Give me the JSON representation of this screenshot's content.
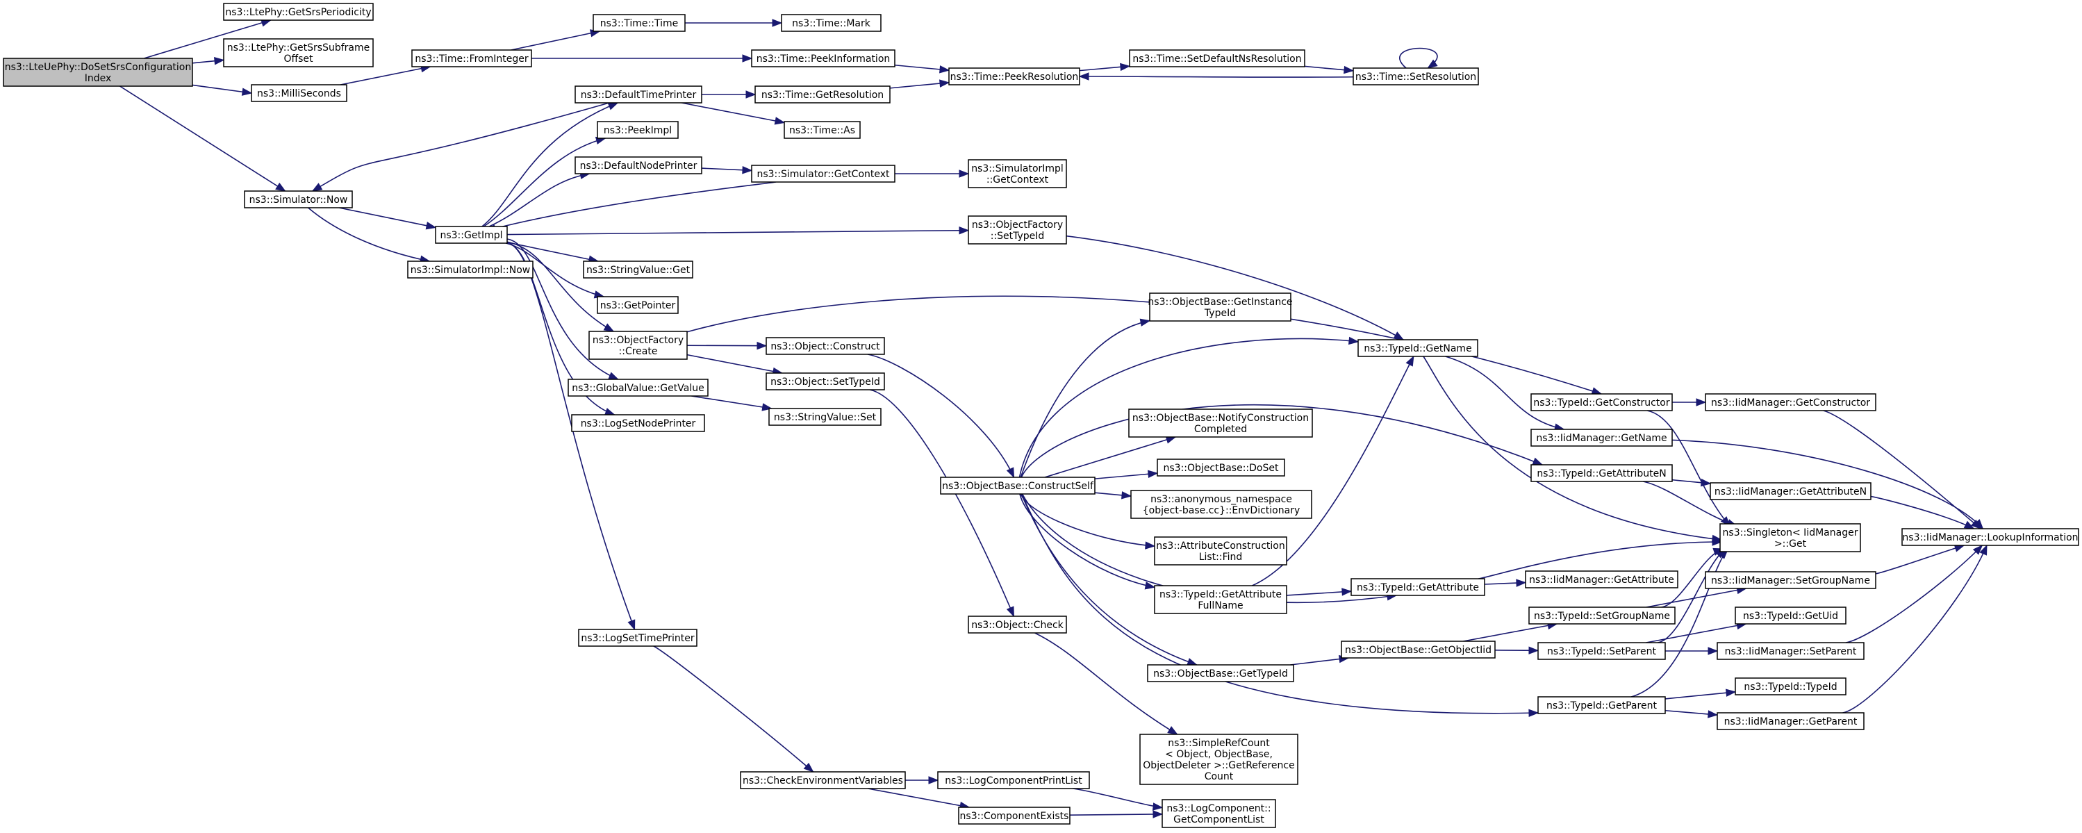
{
  "graph": {
    "direction": "left-to-right",
    "colors": {
      "edge": "#191970",
      "root_fill": "#bfbfbf",
      "node_fill": "#ffffff",
      "border": "#000000"
    },
    "nodes": [
      {
        "id": "root",
        "label": [
          "ns3::LteUePhy::DoSetSrsConfiguration",
          "Index"
        ],
        "root": true
      },
      {
        "id": "getSrsPeriodicity",
        "label": [
          "ns3::LtePhy::GetSrsPeriodicity"
        ]
      },
      {
        "id": "getSrsSubframeOffset",
        "label": [
          "ns3::LtePhy::GetSrsSubframe",
          "Offset"
        ]
      },
      {
        "id": "milliSeconds",
        "label": [
          "ns3::MilliSeconds"
        ]
      },
      {
        "id": "simNow",
        "label": [
          "ns3::Simulator::Now"
        ]
      },
      {
        "id": "fromInteger",
        "label": [
          "ns3::Time::FromInteger"
        ]
      },
      {
        "id": "timeTime",
        "label": [
          "ns3::Time::Time"
        ]
      },
      {
        "id": "timeMark",
        "label": [
          "ns3::Time::Mark"
        ]
      },
      {
        "id": "peekInformation",
        "label": [
          "ns3::Time::PeekInformation"
        ]
      },
      {
        "id": "peekResolution",
        "label": [
          "ns3::Time::PeekResolution"
        ]
      },
      {
        "id": "setDefaultNs",
        "label": [
          "ns3::Time::SetDefaultNsResolution"
        ]
      },
      {
        "id": "setResolution",
        "label": [
          "ns3::Time::SetResolution"
        ]
      },
      {
        "id": "defaultTimePrinter",
        "label": [
          "ns3::DefaultTimePrinter"
        ]
      },
      {
        "id": "getResolution",
        "label": [
          "ns3::Time::GetResolution"
        ]
      },
      {
        "id": "timeAs",
        "label": [
          "ns3::Time::As"
        ]
      },
      {
        "id": "peekImpl",
        "label": [
          "ns3::PeekImpl"
        ]
      },
      {
        "id": "defaultNodePrinter",
        "label": [
          "ns3::DefaultNodePrinter"
        ]
      },
      {
        "id": "simGetContext",
        "label": [
          "ns3::Simulator::GetContext"
        ]
      },
      {
        "id": "simImplGetContext",
        "label": [
          "ns3::SimulatorImpl",
          "::GetContext"
        ]
      },
      {
        "id": "getImpl",
        "label": [
          "ns3::GetImpl"
        ]
      },
      {
        "id": "simImplNow",
        "label": [
          "ns3::SimulatorImpl::Now"
        ]
      },
      {
        "id": "ofSetTypeId",
        "label": [
          "ns3::ObjectFactory",
          "::SetTypeId"
        ]
      },
      {
        "id": "stringValueGet",
        "label": [
          "ns3::StringValue::Get"
        ]
      },
      {
        "id": "getPointer",
        "label": [
          "ns3::GetPointer"
        ]
      },
      {
        "id": "ofCreate",
        "label": [
          "ns3::ObjectFactory",
          "::Create"
        ]
      },
      {
        "id": "objConstruct",
        "label": [
          "ns3::Object::Construct"
        ]
      },
      {
        "id": "objSetTypeId",
        "label": [
          "ns3::Object::SetTypeId"
        ]
      },
      {
        "id": "gvGetValue",
        "label": [
          "ns3::GlobalValue::GetValue"
        ]
      },
      {
        "id": "stringValueSet",
        "label": [
          "ns3::StringValue::Set"
        ]
      },
      {
        "id": "logSetNodePrinter",
        "label": [
          "ns3::LogSetNodePrinter"
        ]
      },
      {
        "id": "logSetTimePrinter",
        "label": [
          "ns3::LogSetTimePrinter"
        ]
      },
      {
        "id": "checkEnv",
        "label": [
          "ns3::CheckEnvironmentVariables"
        ]
      },
      {
        "id": "logCompPrintList",
        "label": [
          "ns3::LogComponentPrintList"
        ]
      },
      {
        "id": "componentExists",
        "label": [
          "ns3::ComponentExists"
        ]
      },
      {
        "id": "getComponentList",
        "label": [
          "ns3::LogComponent::",
          "GetComponentList"
        ]
      },
      {
        "id": "objCheck",
        "label": [
          "ns3::Object::Check"
        ]
      },
      {
        "id": "simpleRefCount",
        "label": [
          "ns3::SimpleRefCount",
          "< Object, ObjectBase,",
          "ObjectDeleter >::GetReference",
          "Count"
        ]
      },
      {
        "id": "constructSelf",
        "label": [
          "ns3::ObjectBase::ConstructSelf"
        ]
      },
      {
        "id": "getInstanceTypeId",
        "label": [
          "ns3::ObjectBase::GetInstance",
          "TypeId"
        ]
      },
      {
        "id": "notifyConstruction",
        "label": [
          "ns3::ObjectBase::NotifyConstruction",
          "Completed"
        ]
      },
      {
        "id": "doSet",
        "label": [
          "ns3::ObjectBase::DoSet"
        ]
      },
      {
        "id": "envDictionary",
        "label": [
          "ns3::anonymous_namespace",
          "{object-base.cc}::EnvDictionary"
        ]
      },
      {
        "id": "attrListFind",
        "label": [
          "ns3::AttributeConstruction",
          "List::Find"
        ]
      },
      {
        "id": "getAttributeFullName",
        "label": [
          "ns3::TypeId::GetAttribute",
          "FullName"
        ]
      },
      {
        "id": "obGetTypeId",
        "label": [
          "ns3::ObjectBase::GetTypeId"
        ]
      },
      {
        "id": "typeIdGetName",
        "label": [
          "ns3::TypeId::GetName"
        ]
      },
      {
        "id": "typeIdGetAttribute",
        "label": [
          "ns3::TypeId::GetAttribute"
        ]
      },
      {
        "id": "getObjectIid",
        "label": [
          "ns3::ObjectBase::GetObjectIid"
        ]
      },
      {
        "id": "typeIdGetConstructor",
        "label": [
          "ns3::TypeId::GetConstructor"
        ]
      },
      {
        "id": "iidGetName",
        "label": [
          "ns3::IidManager::GetName"
        ]
      },
      {
        "id": "typeIdGetAttributeN",
        "label": [
          "ns3::TypeId::GetAttributeN"
        ]
      },
      {
        "id": "iidGetAttribute",
        "label": [
          "ns3::IidManager::GetAttribute"
        ]
      },
      {
        "id": "typeIdSetGroupName",
        "label": [
          "ns3::TypeId::SetGroupName"
        ]
      },
      {
        "id": "typeIdSetParent",
        "label": [
          "ns3::TypeId::SetParent"
        ]
      },
      {
        "id": "typeIdGetParent",
        "label": [
          "ns3::TypeId::GetParent"
        ]
      },
      {
        "id": "iidGetConstructor",
        "label": [
          "ns3::IidManager::GetConstructor"
        ]
      },
      {
        "id": "iidGetAttributeN",
        "label": [
          "ns3::IidManager::GetAttributeN"
        ]
      },
      {
        "id": "singletonGet",
        "label": [
          "ns3::Singleton< IidManager",
          ">::Get"
        ]
      },
      {
        "id": "iidSetGroupName",
        "label": [
          "ns3::IidManager::SetGroupName"
        ]
      },
      {
        "id": "typeIdGetUid",
        "label": [
          "ns3::TypeId::GetUid"
        ]
      },
      {
        "id": "iidSetParent",
        "label": [
          "ns3::IidManager::SetParent"
        ]
      },
      {
        "id": "typeIdTypeId",
        "label": [
          "ns3::TypeId::TypeId"
        ]
      },
      {
        "id": "iidGetParent",
        "label": [
          "ns3::IidManager::GetParent"
        ]
      },
      {
        "id": "iidLookupInformation",
        "label": [
          "ns3::IidManager::LookupInformation"
        ]
      }
    ],
    "edges": [
      [
        "root",
        "getSrsPeriodicity"
      ],
      [
        "root",
        "getSrsSubframeOffset"
      ],
      [
        "root",
        "milliSeconds"
      ],
      [
        "root",
        "simNow"
      ],
      [
        "milliSeconds",
        "fromInteger"
      ],
      [
        "fromInteger",
        "timeTime"
      ],
      [
        "fromInteger",
        "peekInformation"
      ],
      [
        "timeTime",
        "timeMark"
      ],
      [
        "peekInformation",
        "peekResolution"
      ],
      [
        "peekResolution",
        "setDefaultNs"
      ],
      [
        "setDefaultNs",
        "setResolution"
      ],
      [
        "setResolution",
        "peekResolution"
      ],
      [
        "setResolution",
        "setResolution"
      ],
      [
        "simNow",
        "getImpl"
      ],
      [
        "simNow",
        "simImplNow"
      ],
      [
        "getImpl",
        "defaultTimePrinter"
      ],
      [
        "getImpl",
        "peekImpl"
      ],
      [
        "getImpl",
        "defaultNodePrinter"
      ],
      [
        "getImpl",
        "ofSetTypeId"
      ],
      [
        "getImpl",
        "stringValueGet"
      ],
      [
        "getImpl",
        "getPointer"
      ],
      [
        "getImpl",
        "ofCreate"
      ],
      [
        "getImpl",
        "gvGetValue"
      ],
      [
        "getImpl",
        "logSetNodePrinter"
      ],
      [
        "getImpl",
        "logSetTimePrinter"
      ],
      [
        "defaultTimePrinter",
        "simNow"
      ],
      [
        "defaultTimePrinter",
        "getResolution"
      ],
      [
        "defaultTimePrinter",
        "timeAs"
      ],
      [
        "getResolution",
        "peekResolution"
      ],
      [
        "defaultNodePrinter",
        "simGetContext"
      ],
      [
        "simGetContext",
        "simImplGetContext"
      ],
      [
        "simGetContext",
        "getImpl"
      ],
      [
        "ofSetTypeId",
        "typeIdGetName"
      ],
      [
        "ofCreate",
        "objConstruct"
      ],
      [
        "ofCreate",
        "objSetTypeId"
      ],
      [
        "ofCreate",
        "typeIdGetConstructor"
      ],
      [
        "objConstruct",
        "constructSelf"
      ],
      [
        "objSetTypeId",
        "objCheck"
      ],
      [
        "gvGetValue",
        "stringValueSet"
      ],
      [
        "logSetTimePrinter",
        "checkEnv"
      ],
      [
        "checkEnv",
        "logCompPrintList"
      ],
      [
        "checkEnv",
        "componentExists"
      ],
      [
        "logCompPrintList",
        "getComponentList"
      ],
      [
        "componentExists",
        "getComponentList"
      ],
      [
        "objCheck",
        "simpleRefCount"
      ],
      [
        "constructSelf",
        "getInstanceTypeId"
      ],
      [
        "constructSelf",
        "typeIdGetName"
      ],
      [
        "constructSelf",
        "typeIdGetAttributeN"
      ],
      [
        "constructSelf",
        "notifyConstruction"
      ],
      [
        "constructSelf",
        "doSet"
      ],
      [
        "constructSelf",
        "envDictionary"
      ],
      [
        "constructSelf",
        "attrListFind"
      ],
      [
        "constructSelf",
        "getAttributeFullName"
      ],
      [
        "constructSelf",
        "typeIdGetAttribute"
      ],
      [
        "constructSelf",
        "obGetTypeId"
      ],
      [
        "constructSelf",
        "typeIdGetParent"
      ],
      [
        "getAttributeFullName",
        "typeIdGetName"
      ],
      [
        "getAttributeFullName",
        "typeIdGetAttribute"
      ],
      [
        "obGetTypeId",
        "getObjectIid"
      ],
      [
        "getObjectIid",
        "typeIdSetGroupName"
      ],
      [
        "getObjectIid",
        "typeIdSetParent"
      ],
      [
        "typeIdGetName",
        "iidGetName"
      ],
      [
        "typeIdGetName",
        "singletonGet"
      ],
      [
        "typeIdGetAttribute",
        "iidGetAttribute"
      ],
      [
        "typeIdGetAttribute",
        "singletonGet"
      ],
      [
        "typeIdGetConstructor",
        "iidGetConstructor"
      ],
      [
        "typeIdGetConstructor",
        "singletonGet"
      ],
      [
        "iidGetName",
        "iidLookupInformation"
      ],
      [
        "typeIdGetAttributeN",
        "iidGetAttributeN"
      ],
      [
        "typeIdGetAttributeN",
        "singletonGet"
      ],
      [
        "typeIdSetGroupName",
        "iidSetGroupName"
      ],
      [
        "typeIdSetGroupName",
        "singletonGet"
      ],
      [
        "typeIdSetParent",
        "typeIdGetUid"
      ],
      [
        "typeIdSetParent",
        "iidSetParent"
      ],
      [
        "typeIdSetParent",
        "singletonGet"
      ],
      [
        "typeIdGetParent",
        "typeIdTypeId"
      ],
      [
        "typeIdGetParent",
        "iidGetParent"
      ],
      [
        "typeIdGetParent",
        "singletonGet"
      ],
      [
        "iidGetConstructor",
        "iidLookupInformation"
      ],
      [
        "iidGetAttributeN",
        "iidLookupInformation"
      ],
      [
        "iidSetGroupName",
        "iidLookupInformation"
      ],
      [
        "iidSetParent",
        "iidLookupInformation"
      ],
      [
        "iidGetParent",
        "iidLookupInformation"
      ]
    ]
  }
}
